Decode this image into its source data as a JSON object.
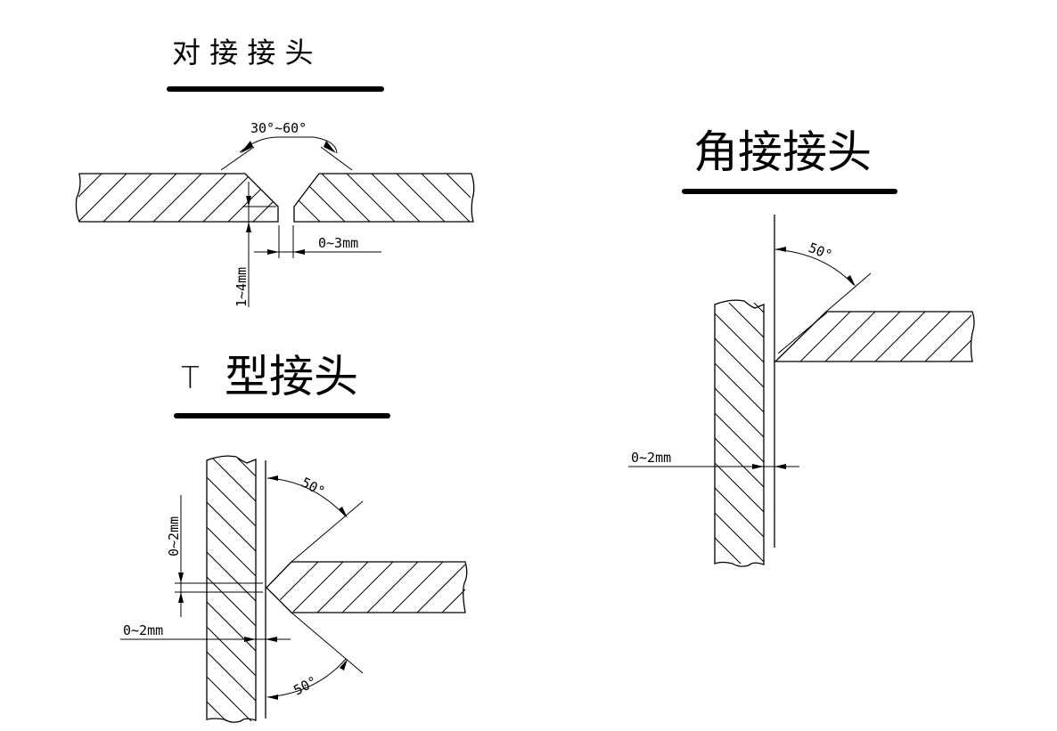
{
  "sections": {
    "butt_joint": {
      "title": "对 接 接 头",
      "groove_angle": "30°~60°",
      "root_gap": "0~3mm",
      "root_face": "1~4mm"
    },
    "t_joint": {
      "title": "T型接头",
      "title_prefix": "T",
      "title_suffix": "型接头",
      "upper_bevel_angle": "50°",
      "lower_bevel_angle": "50°",
      "root_face": "0~2mm",
      "root_gap": "0~2mm"
    },
    "corner_joint": {
      "title": "角接接头",
      "bevel_angle": "50°",
      "root_gap": "0~2mm"
    }
  }
}
